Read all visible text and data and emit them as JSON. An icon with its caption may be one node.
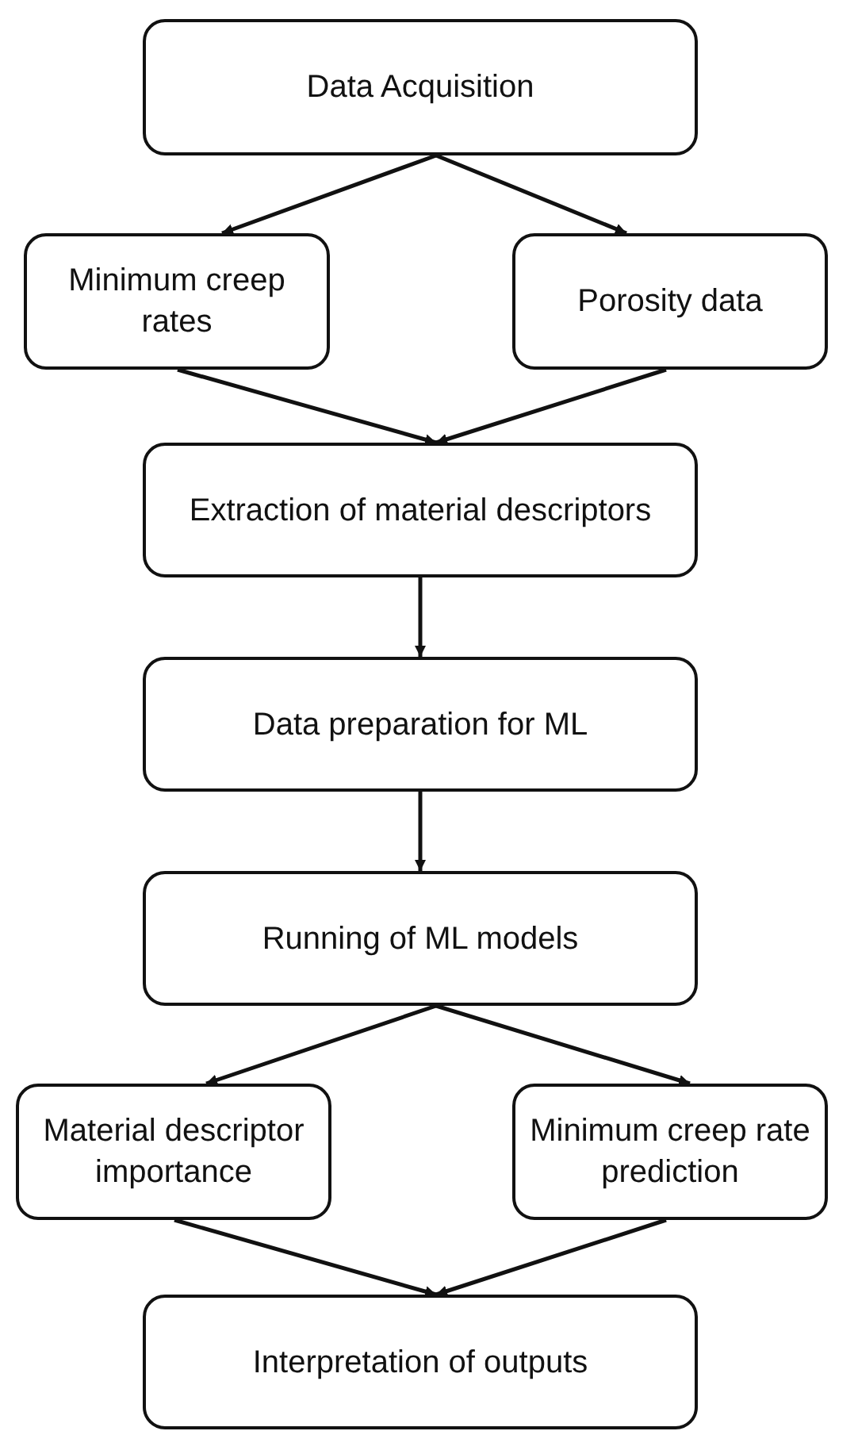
{
  "diagram": {
    "nodes": [
      {
        "text": [
          "Data Acquisition"
        ]
      },
      {
        "text": [
          "Minimum creep rates"
        ]
      },
      {
        "text": [
          "Porosity data"
        ]
      },
      {
        "text": [
          "Extraction of material descriptors"
        ]
      },
      {
        "text": [
          "Data preparation for ML"
        ]
      },
      {
        "text": [
          "Running of ML models"
        ]
      },
      {
        "text": [
          "Material descriptor importance"
        ]
      },
      {
        "text": [
          "Minimum creep rate prediction"
        ]
      },
      {
        "text": [
          "Interpretation of outputs"
        ]
      }
    ],
    "edges": [
      {
        "from": 0,
        "to": 1,
        "arrow": "to"
      },
      {
        "from": 0,
        "to": 2,
        "arrow": "to"
      },
      {
        "from": 1,
        "to": 3,
        "arrow": "to"
      },
      {
        "from": 2,
        "to": 3,
        "arrow": "to"
      },
      {
        "from": 3,
        "to": 4,
        "arrow": "to"
      },
      {
        "from": 4,
        "to": 5,
        "arrow": "to"
      },
      {
        "from": 5,
        "to": 6,
        "arrow": "to"
      },
      {
        "from": 5,
        "to": 7,
        "arrow": "to"
      },
      {
        "from": 6,
        "to": 8,
        "arrow": "to"
      },
      {
        "from": 7,
        "to": 8,
        "arrow": "to"
      }
    ]
  }
}
